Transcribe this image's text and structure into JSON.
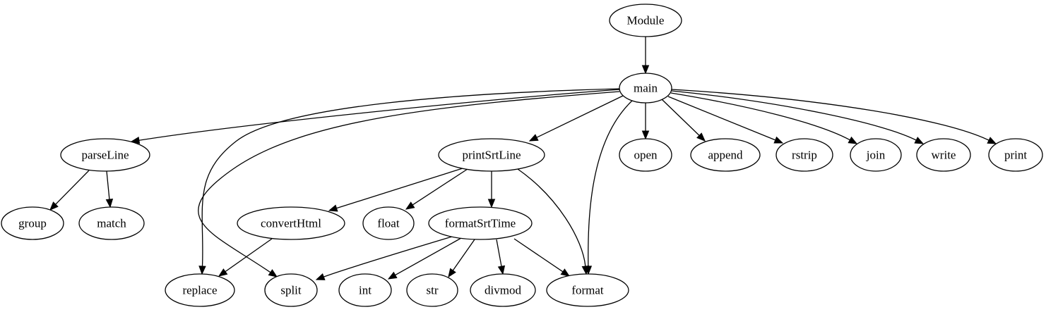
{
  "graph": {
    "nodes": [
      {
        "id": "Module",
        "label": "Module"
      },
      {
        "id": "main",
        "label": "main"
      },
      {
        "id": "parseLine",
        "label": "parseLine"
      },
      {
        "id": "printSrtLine",
        "label": "printSrtLine"
      },
      {
        "id": "open",
        "label": "open"
      },
      {
        "id": "append",
        "label": "append"
      },
      {
        "id": "rstrip",
        "label": "rstrip"
      },
      {
        "id": "join",
        "label": "join"
      },
      {
        "id": "write",
        "label": "write"
      },
      {
        "id": "print",
        "label": "print"
      },
      {
        "id": "group",
        "label": "group"
      },
      {
        "id": "match",
        "label": "match"
      },
      {
        "id": "convertHtml",
        "label": "convertHtml"
      },
      {
        "id": "float",
        "label": "float"
      },
      {
        "id": "formatSrtTime",
        "label": "formatSrtTime"
      },
      {
        "id": "replace",
        "label": "replace"
      },
      {
        "id": "split",
        "label": "split"
      },
      {
        "id": "int",
        "label": "int"
      },
      {
        "id": "str",
        "label": "str"
      },
      {
        "id": "divmod",
        "label": "divmod"
      },
      {
        "id": "format",
        "label": "format"
      }
    ],
    "edges": [
      {
        "from": "Module",
        "to": "main"
      },
      {
        "from": "main",
        "to": "parseLine"
      },
      {
        "from": "main",
        "to": "replace"
      },
      {
        "from": "main",
        "to": "split"
      },
      {
        "from": "main",
        "to": "printSrtLine"
      },
      {
        "from": "main",
        "to": "format"
      },
      {
        "from": "main",
        "to": "open"
      },
      {
        "from": "main",
        "to": "append"
      },
      {
        "from": "main",
        "to": "rstrip"
      },
      {
        "from": "main",
        "to": "join"
      },
      {
        "from": "main",
        "to": "write"
      },
      {
        "from": "main",
        "to": "print"
      },
      {
        "from": "parseLine",
        "to": "group"
      },
      {
        "from": "parseLine",
        "to": "match"
      },
      {
        "from": "printSrtLine",
        "to": "convertHtml"
      },
      {
        "from": "printSrtLine",
        "to": "float"
      },
      {
        "from": "printSrtLine",
        "to": "formatSrtTime"
      },
      {
        "from": "printSrtLine",
        "to": "format"
      },
      {
        "from": "convertHtml",
        "to": "replace"
      },
      {
        "from": "formatSrtTime",
        "to": "split"
      },
      {
        "from": "formatSrtTime",
        "to": "int"
      },
      {
        "from": "formatSrtTime",
        "to": "str"
      },
      {
        "from": "formatSrtTime",
        "to": "divmod"
      },
      {
        "from": "formatSrtTime",
        "to": "format"
      }
    ]
  }
}
